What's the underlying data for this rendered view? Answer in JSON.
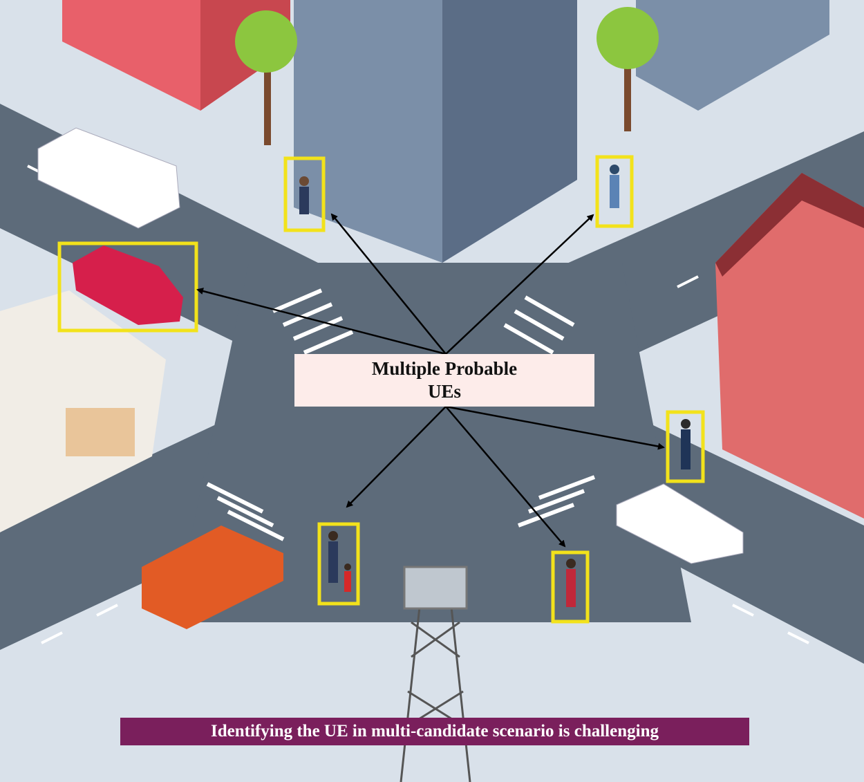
{
  "center_label": {
    "line1": "Multiple Probable",
    "line2": "UEs"
  },
  "banner": {
    "text": "Identifying the UE in multi-candidate scenario is challenging"
  },
  "colors": {
    "road": "#5d6b7a",
    "sidewalk": "#d9e1ea",
    "highlight": "#f2e21b",
    "label_bg": "#fdecea",
    "banner_bg": "#7a1f5c",
    "arrow": "#000000"
  },
  "candidates": [
    "pedestrian-woman-phone",
    "pedestrian-delivery-worker",
    "red-car",
    "pedestrian-man-phone",
    "parent-with-child",
    "pedestrian-red-shirt"
  ]
}
